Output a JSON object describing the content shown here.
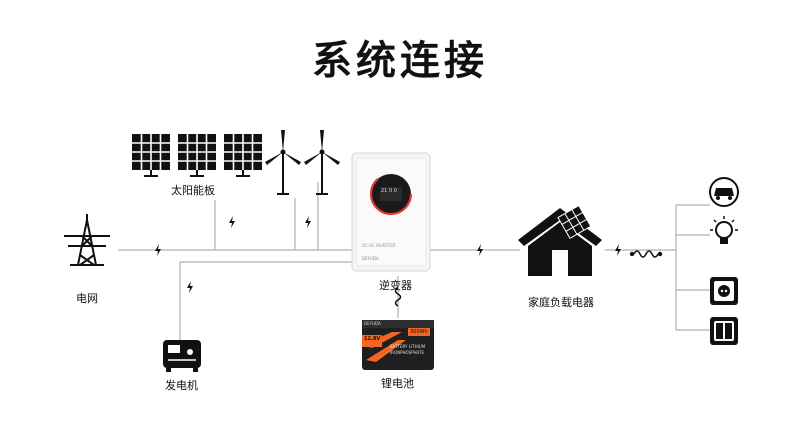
{
  "title": "系统连接",
  "labels": {
    "solar": "太阳能板",
    "grid": "电网",
    "generator": "发电机",
    "inverter": "逆变器",
    "battery": "锂电池",
    "home": "家庭负载电器"
  },
  "inverter_face": {
    "brand": "DEYUDA",
    "model": "DC-AC INVERTER",
    "screen_value": "21 0 0"
  },
  "battery_face": {
    "brand": "DEYUDA",
    "capacity": "300Wh",
    "voltage": "12.8V",
    "line1": "BATTERY LITHIUM",
    "line2": "IRONPHOSPHATE"
  },
  "icons": {
    "bolt": "lightning-bolt-icon",
    "spring": "coil-spring-icon",
    "solar_panel": "solar-panel-icon",
    "wind_turbine": "wind-turbine-icon",
    "pylon": "power-pylon-icon",
    "generator": "generator-icon",
    "house": "house-with-solar-roof-icon",
    "car": "car-icon",
    "bulb": "light-bulb-icon",
    "socket": "power-socket-icon",
    "switch": "wall-switch-icon"
  },
  "colors": {
    "line": "#b0b0b0",
    "icon": "#111111",
    "battery_orange": "#f26522"
  }
}
